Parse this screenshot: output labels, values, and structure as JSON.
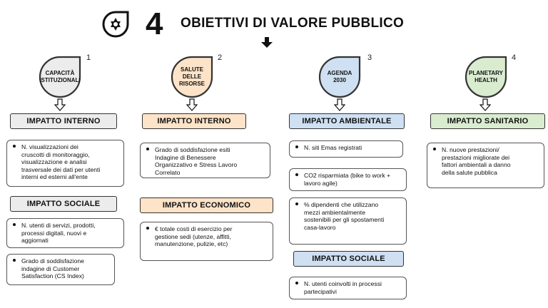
{
  "header": {
    "number": "4",
    "title": "OBIETTIVI DI VALORE PUBBLICO",
    "icon": "star-of-david-drop-icon"
  },
  "colors": {
    "grey": "#ececec",
    "orange": "#fde3c8",
    "blue": "#cfe0f3",
    "green": "#d9ecd0",
    "outline": "#333333"
  },
  "columns": [
    {
      "number": "1",
      "drop_label": "CAPACITÀ\nISTITUZIONALI",
      "impact_1": "IMPATTO INTERNO",
      "items_1": [
        "N. visualizzazioni dei\ncruscotti di monitoraggio,\nvisualizzazione e analisi\ntrasversale dei dati per utenti\ninterni ed esterni all'ente"
      ],
      "impact_2": "IMPATTO SOCIALE",
      "items_2": [
        "N. utenti di servizi, prodotti,\nprocessi digitali, nuovi e\naggiornati",
        "Grado di soddisfazione\nindagine di Customer\nSatisfaction (CS Index)"
      ]
    },
    {
      "number": "2",
      "drop_label": "SALUTE\nDELLE\nRISORSE",
      "impact_1": "IMPATTO INTERNO",
      "items_1": [
        "Grado di soddisfazione esiti\nIndagine di Benessere\nOrganizzativo e Stress Lavoro\nCorrelato"
      ],
      "impact_2": "IMPATTO ECONOMICO",
      "items_2": [
        "€ totale costi di esercizio per\ngestione sedi (utenze, affitti,\nmanutenzione, pulizie, etc)"
      ]
    },
    {
      "number": "3",
      "drop_label": "AGENDA\n2030",
      "impact_1": "IMPATTO AMBIENTALE",
      "items_1": [
        "N. siti Emas registrati",
        "CO2 risparmiata (bike to work +\nlavoro agile)",
        "% dipendenti che utilizzano\nmezzi ambientalmente\nsostenibili per gli spostamenti\ncasa-lavoro"
      ],
      "impact_2": "IMPATTO SOCIALE",
      "items_2": [
        "N. utenti coinvolti in processi\npartecipativi"
      ]
    },
    {
      "number": "4",
      "drop_label": "PLANETARY\nHEALTH",
      "impact_1": "IMPATTO SANITARIO",
      "items_1": [
        "N. nuove prestazioni/\nprestazioni migliorate dei\nfattori ambientali a danno\ndella salute pubblica"
      ]
    }
  ]
}
